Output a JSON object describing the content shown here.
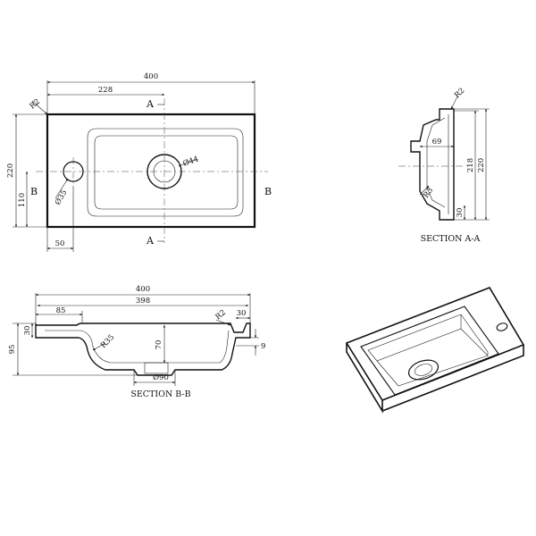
{
  "plan_view": {
    "dim_overall_width": "400",
    "dim_basin_offset": "228",
    "dim_overall_depth": "220",
    "dim_tap_center": "110",
    "dim_tap_edge": "50",
    "dim_corner_radius": "R2",
    "dim_tap_hole": "Ø35",
    "dim_waste_hole": "Ø44",
    "cut_a_top": "A",
    "cut_a_bottom": "A",
    "cut_b_left": "B",
    "cut_b_right": "B"
  },
  "section_a": {
    "title": "SECTION A-A",
    "dim_radius_top": "R2",
    "dim_basin_depth": "69",
    "dim_inner_height": "218",
    "dim_outer_height": "220",
    "dim_radius_bottom": "R3",
    "dim_rim": "30"
  },
  "section_b": {
    "title": "SECTION B-B",
    "dim_overall_width": "400",
    "dim_inner_width": "398",
    "dim_deck": "85",
    "dim_corner_radius": "R2",
    "dim_rim_right": "30",
    "dim_rim_left": "30",
    "dim_height": "95",
    "dim_inner_radius": "R35",
    "dim_depth": "70",
    "dim_wall": "9",
    "dim_waste": "Ø90"
  }
}
